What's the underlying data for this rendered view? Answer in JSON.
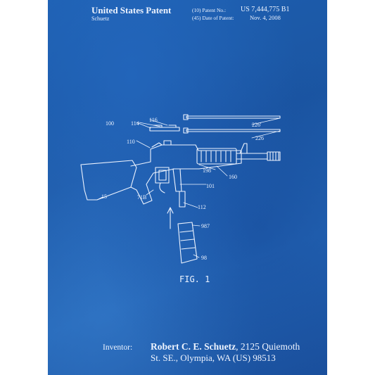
{
  "header": {
    "title": "United States Patent",
    "inventor_short": "Schuetz",
    "patent_no_label": "(10) Patent No.:",
    "patent_no_value": "US 7,444,775 B1",
    "date_label": "(45) Date of Patent:",
    "date_value": "Nov. 4, 2008"
  },
  "figure": {
    "caption": "FIG. 1",
    "reference_numerals": [
      "100",
      "114",
      "116",
      "110",
      "226'",
      "226",
      "198",
      "160",
      "101",
      "15",
      "71B",
      "112",
      "987",
      "98"
    ]
  },
  "footer": {
    "label": "Inventor:",
    "name": "Robert C. E. Schuetz",
    "address_line1_rest": ", 2125 Quiemoth",
    "address_line2": "St. SE., Olympia, WA (US) 98513"
  },
  "colors": {
    "background": "#1d5fb0",
    "ink": "#eef4ff"
  }
}
